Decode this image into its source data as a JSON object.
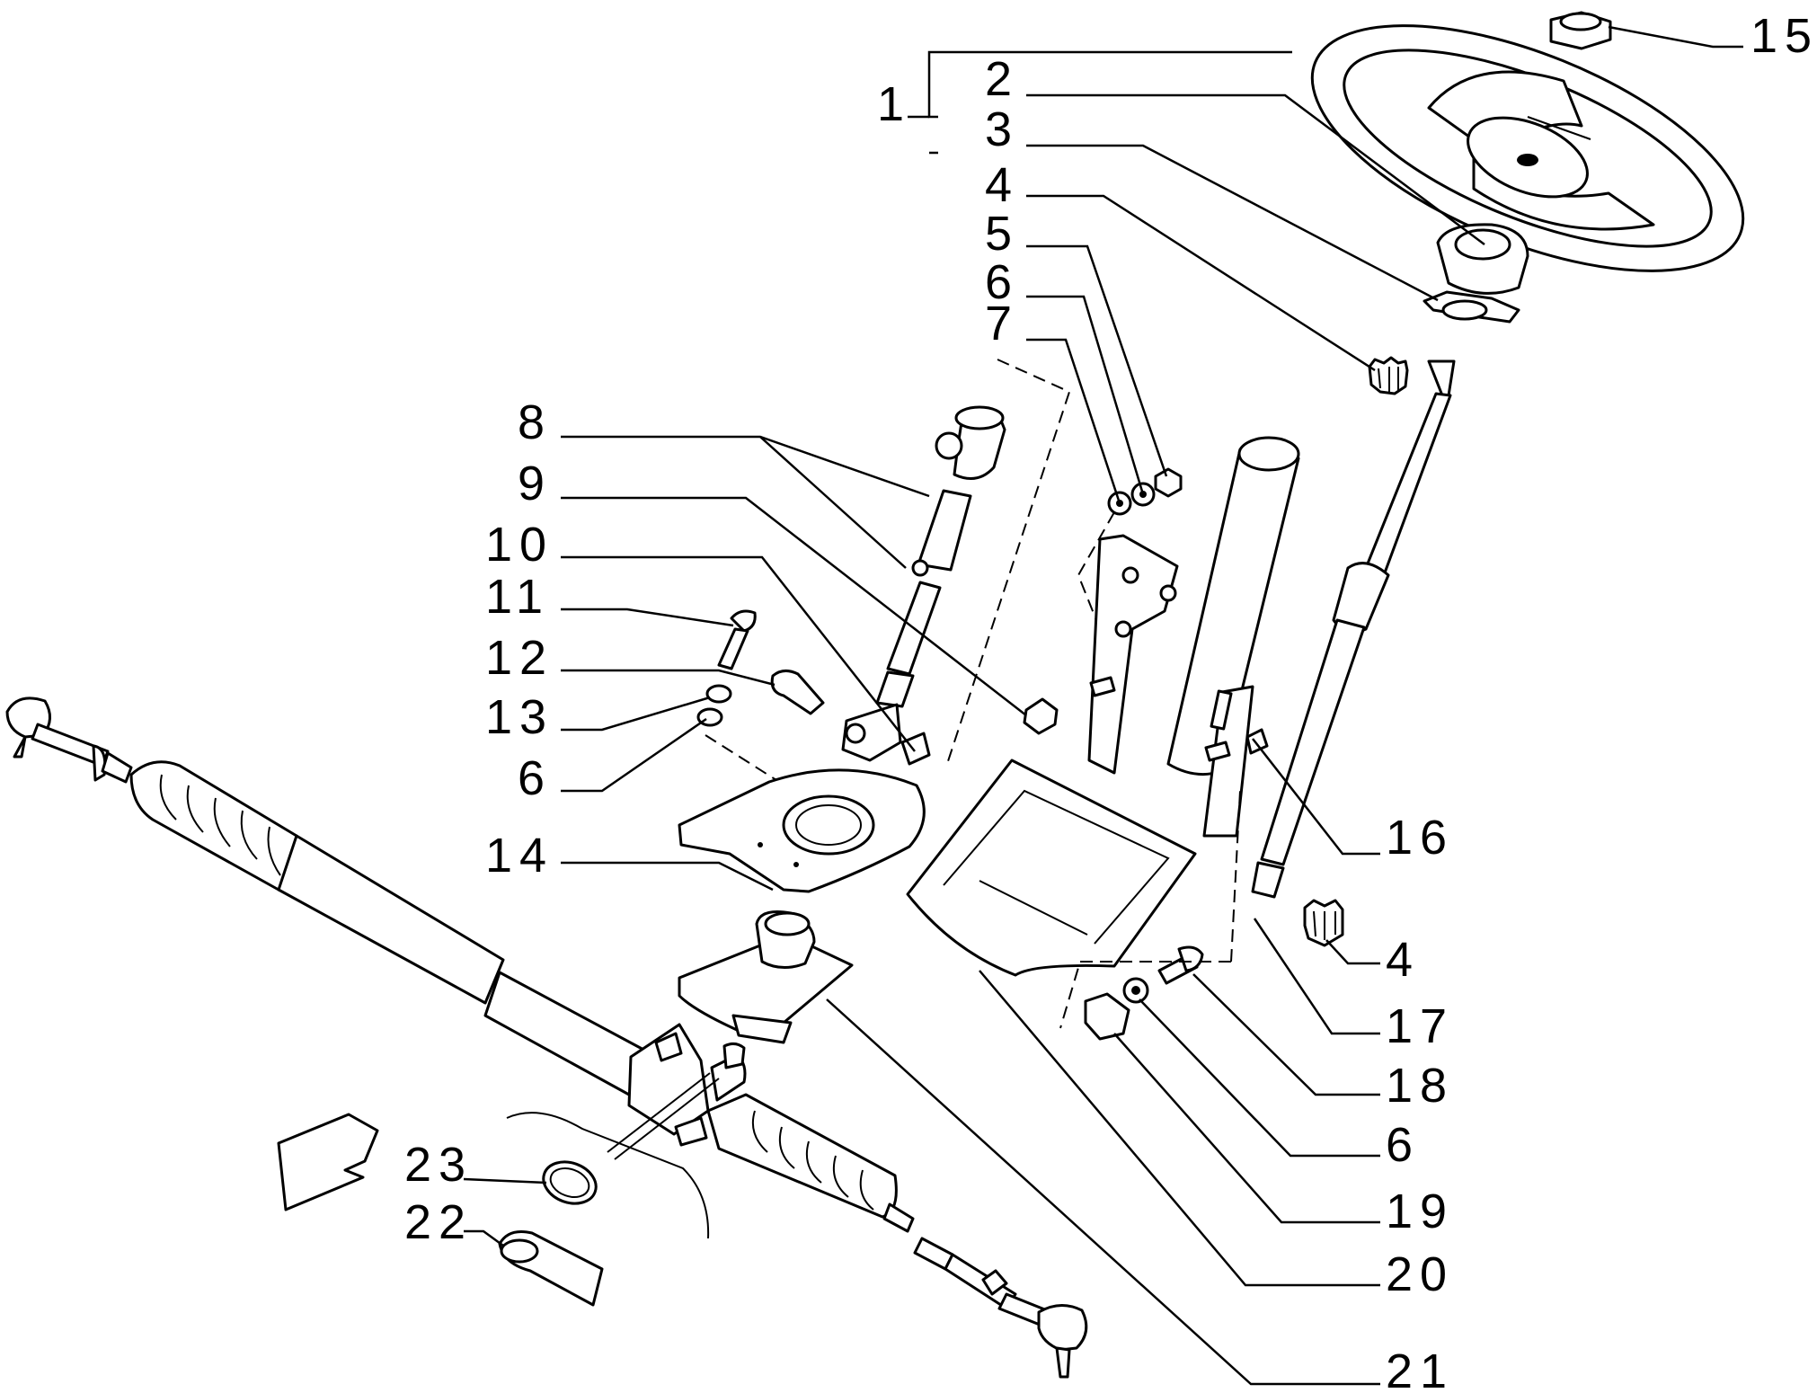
{
  "labels": {
    "l1": "1",
    "l2": "2",
    "l3": "3",
    "l4a": "4",
    "l5": "5",
    "l6a": "6",
    "l7": "7",
    "l8": "8",
    "l9": "9",
    "l10": "10",
    "l11": "11",
    "l12": "12",
    "l13": "13",
    "l6b": "6",
    "l14": "14",
    "l15": "15",
    "l16": "16",
    "l4b": "4",
    "l17": "17",
    "l18": "18",
    "l6c": "6",
    "l19": "19",
    "l20": "20",
    "l21": "21",
    "l22": "22",
    "l23": "23"
  }
}
